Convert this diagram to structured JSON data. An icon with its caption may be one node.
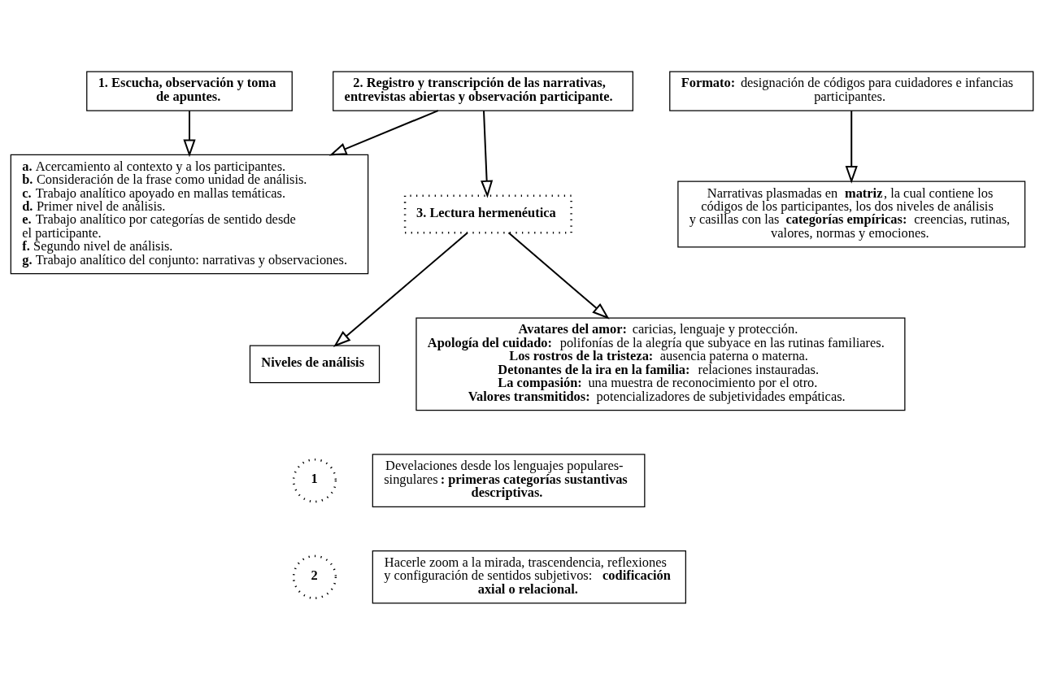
{
  "diagram": {
    "nodes": [
      {
        "text": [
          "1. Escucha, observación y toma de apuntes."
        ]
      },
      {
        "text": [
          "2. Registro y transcripción de las narrativas, entrevistas abiertas y observación participante."
        ]
      },
      {
        "text": [
          "**Formato:** designación de códigos para cuidadores e infancias participantes."
        ]
      },
      {
        "text": [
          "**a.** Acercamiento al contexto y a los participantes.",
          "**b.** Consideración de la frase como unidad de análisis.",
          "**c.** Trabajo analítico apoyado en mallas temáticas.",
          "**d.** Primer nivel de análisis.",
          "**e.** Trabajo analítico por categorías de sentido desde el participante.",
          "**f.** Segundo nivel de análisis.",
          "**g.** Trabajo analítico del conjunto: narrativas y observaciones."
        ]
      },
      {
        "text": [
          "Narrativas plasmadas en **matriz**, la cual contiene los códigos de los participantes, los dos niveles de análisis y casillas con las **categorías empíricas:** creencias, rutinas, valores, normas y emociones."
        ]
      },
      {
        "text": [
          "Niveles de análisis"
        ]
      },
      {
        "text": [
          "1"
        ]
      },
      {
        "text": [
          "Develaciones desde los lenguajes populares- singulares**: primeras categorías sustantivas descriptivas.**"
        ]
      },
      {
        "text": [
          "2"
        ]
      },
      {
        "text": [
          "Hacerle zoom a la mirada, trascendencia, reflexiones y configuración de sentidos subjetivos: **codificación axial o relacional.**"
        ]
      },
      {
        "text": [
          "3. Lectura hermenéutica"
        ]
      },
      {
        "text": [
          "**Avatares del amor:** caricias, lenguaje y protección.",
          "**Apología del cuidado:** polifonías de la alegría que subyace en las rutinas familiares.",
          "**Los rostros de la tristeza:** ausencia paterna o materna.",
          "**Detonantes de la ira en la familia:** relaciones instauradas.",
          "**La compasión:** una muestra de reconocimiento por el otro.",
          "**Valores transmitidos:** potencializadores de subjetividades empáticas."
        ]
      }
    ],
    "edges": [
      {
        "from": 0,
        "to": 3,
        "arrow": "to"
      },
      {
        "from": 2,
        "to": 4,
        "arrow": "to"
      },
      {
        "from": 1,
        "to": 3,
        "arrow": "to"
      },
      {
        "from": 1,
        "to": 10,
        "arrow": "to"
      },
      {
        "from": 10,
        "to": 5,
        "arrow": "to"
      },
      {
        "from": 10,
        "to": 11,
        "arrow": "to"
      }
    ]
  }
}
